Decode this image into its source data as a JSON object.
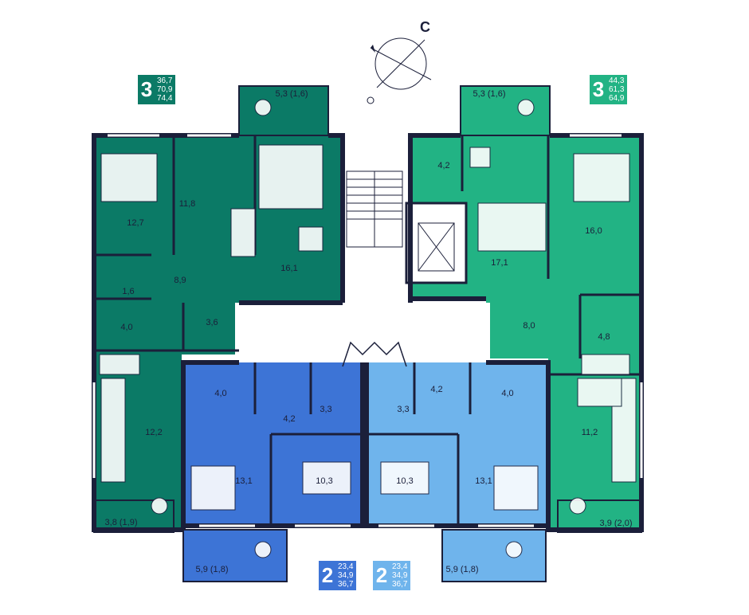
{
  "compass": {
    "north_letter": "С"
  },
  "apartments": [
    {
      "id": "apt-left-3",
      "rooms": "3",
      "areas": [
        "36,7",
        "70,9",
        "74,4"
      ],
      "color": "#0b7a66"
    },
    {
      "id": "apt-right-3",
      "rooms": "3",
      "areas": [
        "44,3",
        "61,3",
        "64,9"
      ],
      "color": "#22b384"
    },
    {
      "id": "apt-center-left-2",
      "rooms": "2",
      "areas": [
        "23,4",
        "34,9",
        "36,7"
      ],
      "color": "#3d74d6"
    },
    {
      "id": "apt-center-right-2",
      "rooms": "2",
      "areas": [
        "23,4",
        "34,9",
        "36,7"
      ],
      "color": "#6fb4ec"
    }
  ],
  "rooms": {
    "balcony_top_left": "5,3 (1,6)",
    "balcony_top_right": "5,3 (1,6)",
    "l_bedroom": "12,7",
    "l_room": "11,8",
    "l_kitchen_living": "16,1",
    "l_hall": "8,9",
    "l_wc": "1,6",
    "l_bath": "4,0",
    "l_closet": "3,6",
    "l_bedroom2": "12,2",
    "l_loggia": "3,8 (1,9)",
    "r_kitchen": "4,2",
    "r_living": "17,1",
    "r_bedroom": "16,0",
    "r_hall": "8,0",
    "r_bath": "4,8",
    "r_bedroom2": "11,2",
    "r_loggia": "3,9 (2,0)",
    "cl_kitchen": "4,0",
    "cl_hall": "4,2",
    "cl_bath": "3,3",
    "cl_living": "13,1",
    "cl_bedroom": "10,3",
    "cl_balcony": "5,9 (1,8)",
    "cr_hall": "4,2",
    "cr_kitchen": "4,0",
    "cr_bath": "3,3",
    "cr_living": "13,1",
    "cr_bedroom": "10,3",
    "cr_balcony": "5,9 (1,8)"
  },
  "colors": {
    "dark_green": "#0b7a66",
    "light_green": "#22b384",
    "blue": "#3d74d6",
    "light_blue": "#6fb4ec",
    "walls": "#1b1f3a",
    "common": "#ffffff"
  }
}
